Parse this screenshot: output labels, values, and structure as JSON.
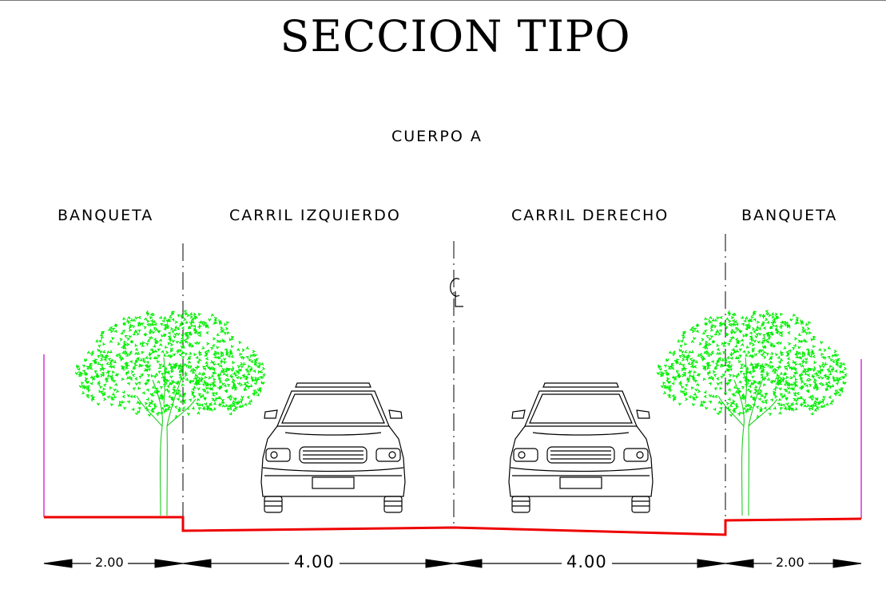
{
  "title": "SECCION TIPO",
  "subtitle": "CUERPO A",
  "labels": {
    "banqueta_left": "BANQUETA",
    "carril_izquierdo": "CARRIL IZQUIERDO",
    "carril_derecho": "CARRIL DERECHO",
    "banqueta_right": "BANQUETA"
  },
  "centerline_symbol": "CL",
  "dimensions": {
    "banqueta_left": "2.00",
    "carril_izquierdo": "4.00",
    "carril_derecho": "4.00",
    "banqueta_right": "2.00"
  },
  "colors": {
    "road_profile": "#ee0000",
    "tree_foliage": "#00ee00",
    "tree_trunk": "#22cc22",
    "sidewalk_edge": "#cc00cc",
    "linework": "#000000"
  },
  "icons": [
    "tree-icon",
    "car-front-icon",
    "centerline-icon",
    "dimension-arrow-icon"
  ]
}
